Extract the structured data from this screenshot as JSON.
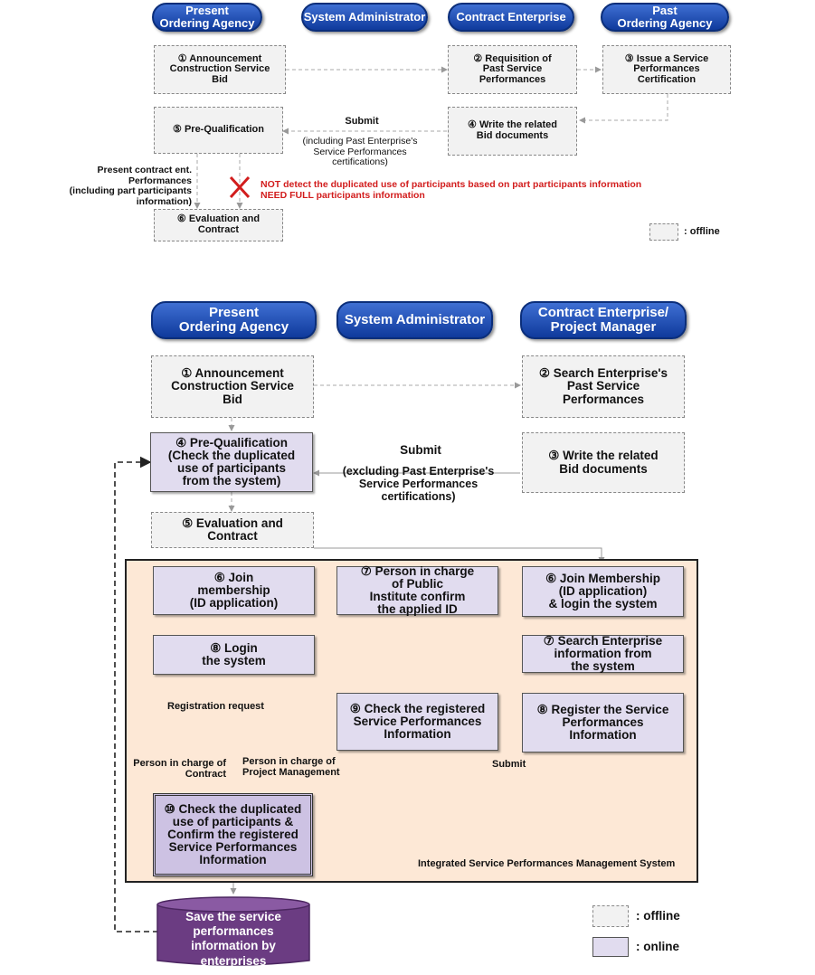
{
  "top": {
    "lanes": [
      "Present\nOrdering Agency",
      "System Administrator",
      "Contract Enterprise",
      "Past\nOrdering Agency"
    ],
    "boxes": {
      "b1": "① Announcement\nConstruction Service\nBid",
      "b2": "② Requisition of\nPast Service\nPerformances",
      "b3": "③ Issue a Service\nPerformances\nCertification",
      "b4": "④ Write the related\nBid documents",
      "b5": "⑤ Pre-Qualification",
      "b6": "⑥ Evaluation and\nContract"
    },
    "submit": "Submit",
    "submit_note": "(including Past Enterprise's\nService Performances\ncertifications)",
    "present_note": "Present contract ent.\nPerformances\n(including part participants\ninformation)",
    "warning": "NOT detect the duplicated use of participants based on part participants information\nNEED FULL participants information",
    "legend_offline": ": offline"
  },
  "bottom": {
    "lanes": [
      "Present\nOrdering Agency",
      "System Administrator",
      "Contract Enterprise/\nProject Manager"
    ],
    "boxes": {
      "b1": "① Announcement\nConstruction Service\nBid",
      "b2": "② Search Enterprise's\nPast Service\nPerformances",
      "b3": "③ Write the related\nBid documents",
      "b4": "④ Pre-Qualification\n(Check the duplicated\nuse of participants\nfrom the system)",
      "b5": "⑤ Evaluation and\nContract",
      "b6a": "⑥ Join\nmembership\n(ID application)",
      "b7a": "⑦ Person in charge\nof  Public\nInstitute confirm\nthe applied ID",
      "b6b": "⑥ Join Membership\n(ID application)\n& login the system",
      "b8a": "⑧ Login\nthe system",
      "b7b": "⑦ Search Enterprise\ninformation from\nthe system",
      "b9": "⑨ Check the registered\nService Performances\nInformation",
      "b8b": "⑧ Register the Service\nPerformances\nInformation",
      "b10": "⑩ Check the duplicated\nuse of participants &\nConfirm the registered\nService Performances\nInformation",
      "db": "Save the service\nperformances\ninformation by\nenterprises"
    },
    "submit": "Submit",
    "submit_note": "(excluding Past Enterprise's\nService Performances\ncertifications)",
    "reg_request": "Registration request",
    "pic_contract": "Person in charge of\nContract",
    "pic_pm": "Person in charge of\nProject Management",
    "submit2": "Submit",
    "system_label": "Integrated Service Performances Management System",
    "legend_offline": ": offline",
    "legend_online": ": online"
  },
  "colors": {
    "lane": "#1f4fb8",
    "online": "#e1dcef",
    "offline": "#f2f2f2",
    "system_bg": "#fde8d6",
    "db": "#6b3c82",
    "warning": "#d21d1d"
  }
}
